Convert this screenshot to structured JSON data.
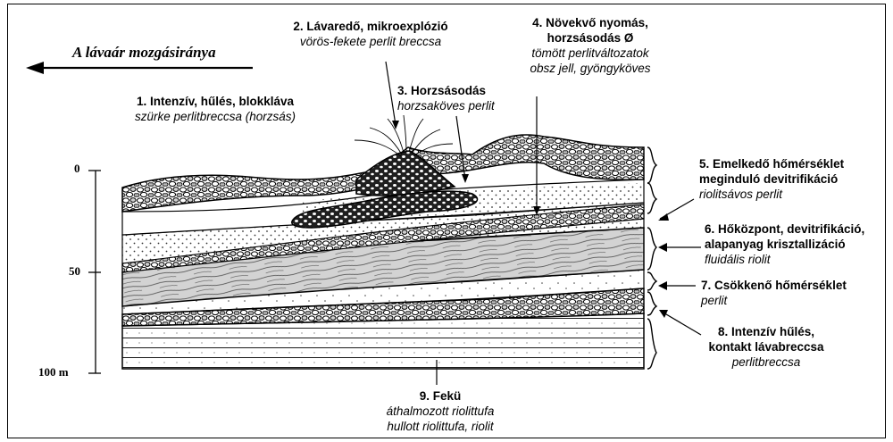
{
  "direction_label": "A lávaár mozgásiránya",
  "scale": {
    "top": "0",
    "mid": "50",
    "bottom": "100 m"
  },
  "labels": [
    {
      "id": "z1",
      "title": "1. Intenzív, hűlés, blokkláva",
      "subtitle": "szürke perlitbreccsa (horzsás)"
    },
    {
      "id": "z2",
      "title": "2. Lávaredő, mikroexplózió",
      "subtitle": "vörös-fekete perlit breccsa"
    },
    {
      "id": "z3",
      "title": "3. Horzsásodás",
      "subtitle": "horzsaköves perlit"
    },
    {
      "id": "z4",
      "title": "4. Növekvő nyomás,",
      "title2": "horzsásodás Ø",
      "subtitle": "tömött perlitváltozatok",
      "subtitle2": "obsz jell, gyöngyköves"
    },
    {
      "id": "z5",
      "title": "5. Emelkedő hőmérséklet",
      "title2": "meginduló devitrifikáció",
      "subtitle": "riolitsávos perlit"
    },
    {
      "id": "z6",
      "title": "6. Hőközpont, devitrifikáció,",
      "title2": "alapanyag krisztallizáció",
      "subtitle": "fluidális riolit"
    },
    {
      "id": "z7",
      "title": "7. Csökkenő hőmérséklet",
      "subtitle": "perlit"
    },
    {
      "id": "z8",
      "title": "8. Intenzív hűlés,",
      "title2": "kontakt lávabreccsa",
      "subtitle": "perlitbreccsa"
    },
    {
      "id": "z9",
      "title": "9. Fekü",
      "subtitle": "áthalmozott riolittufa",
      "subtitle2": "hullott riolittufa, riolit"
    }
  ]
}
